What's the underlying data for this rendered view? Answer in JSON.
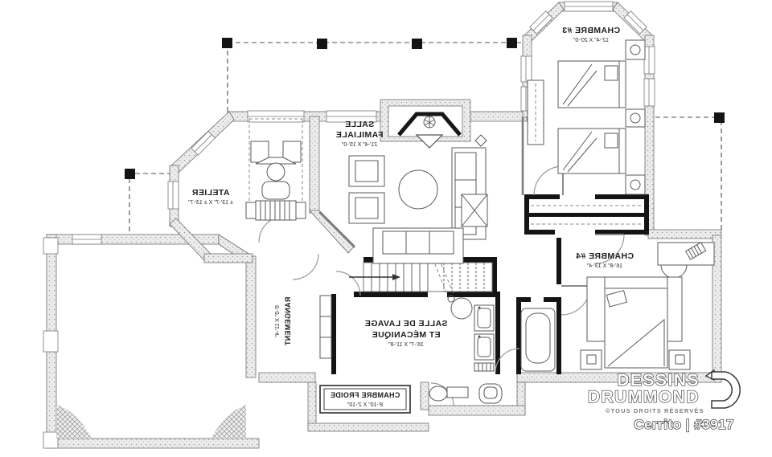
{
  "document": {
    "kind": "basement floor plan (mirrored / reversed view)"
  },
  "rooms": {
    "chambre3": {
      "name": "CHAMBRE #3",
      "dims": "12'-4\" X 20'-0\""
    },
    "atelier": {
      "name": "ATELIER",
      "dims": "± 13'-7\" X ± 13'-7\""
    },
    "salle_familiale": {
      "name_line1": "SALLE",
      "name_line2": "FAMILIALE",
      "dims": "21'-4\" X 15'-0\""
    },
    "rangement": {
      "name": "RANGEMENT",
      "dims": "6'-0\" X 11'-4\""
    },
    "salle_lavage": {
      "name_line1": "SALLE DE LAVAGE",
      "name_line2": "ET MÉCANIQUE",
      "dims": "16'-7\" X 11'-8\""
    },
    "chambre_froide": {
      "name": "CHAMBRE FROIDE",
      "dims": "8'-10\" X 2'-10\""
    },
    "chambre4": {
      "name": "CHAMBRE #4",
      "dims": "16'-8\" X 13'-4\""
    }
  },
  "branding": {
    "studio_line1": "DESSINS",
    "studio_line2": "DRUMMOND",
    "rights": "©TOUS DROITS RÉSERVÉS",
    "plan_title": "Cerrito | #3917"
  },
  "colors": {
    "wall_fill": "#ececec",
    "line": "#5a5a5a",
    "interior_wall": "#141414",
    "logo_outline": "#3a3a3a",
    "copyright_gray": "#7d7d7d"
  }
}
